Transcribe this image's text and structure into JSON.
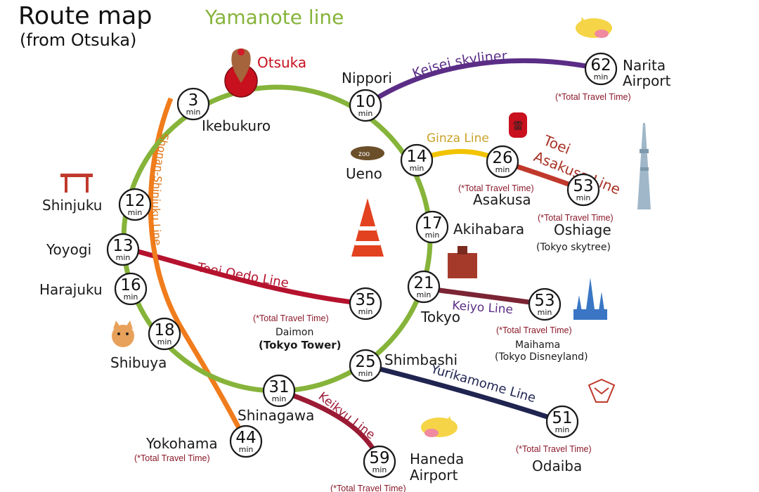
{
  "title": {
    "line1": "Route map",
    "line2": "(from Otsuka)"
  },
  "loop_label": "Yamanote line",
  "colors": {
    "yamanote": "#86b43a",
    "shonan": "#f07c1c",
    "keisei": "#5b2d86",
    "ginza": "#f2c300",
    "asakusa": "#c0392b",
    "oedo": "#b5122e",
    "keiyo": "#7a2434",
    "yurikamome": "#1f2450",
    "keikyu": "#9b1b35"
  },
  "origin": {
    "label": "Otsuka",
    "icon": "map-pin-icon"
  },
  "min_label": "min",
  "lines": {
    "shonan": "Shonan-Shinjuku Line",
    "keisei": "Keisei skyliner",
    "ginza": "Ginza Line",
    "asakusa_1": "Toei",
    "asakusa_2": "Asakusa Line",
    "oedo": "Toei Oedo Line",
    "keiyo": "Keiyo Line",
    "yurikamome": "Yurikamome Line",
    "keikyu": "Keikyu Line"
  },
  "total_travel_time": "(*Total Travel Time)",
  "stations": {
    "ikebukuro": {
      "name": "Ikebukuro",
      "min": "3"
    },
    "nippori": {
      "name": "Nippori",
      "min": "10"
    },
    "ueno": {
      "name": "Ueno",
      "min": "14"
    },
    "akihabara": {
      "name": "Akihabara",
      "min": "17"
    },
    "tokyo": {
      "name": "Tokyo",
      "min": "21"
    },
    "shimbashi": {
      "name": "Shimbashi",
      "min": "25"
    },
    "shinagawa": {
      "name": "Shinagawa",
      "min": "31"
    },
    "shibuya": {
      "name": "Shibuya",
      "min": "18"
    },
    "harajuku": {
      "name": "Harajuku",
      "min": "16"
    },
    "yoyogi": {
      "name": "Yoyogi",
      "min": "13"
    },
    "shinjuku": {
      "name": "Shinjuku",
      "min": "12"
    }
  },
  "destinations": {
    "narita": {
      "name1": "Narita",
      "name2": "Airport",
      "min": "62"
    },
    "asakusa": {
      "name": "Asakusa",
      "min": "26"
    },
    "oshiage": {
      "name1": "Oshiage",
      "name2": "(Tokyo skytree)",
      "min": "53"
    },
    "daimon": {
      "name1": "Daimon",
      "name2": "(Tokyo Tower)",
      "min": "35"
    },
    "maihama": {
      "name1": "Maihama",
      "name2": "(Tokyo Disneyland)",
      "min": "53"
    },
    "odaiba": {
      "name": "Odaiba",
      "min": "51"
    },
    "haneda": {
      "name1": "Haneda",
      "name2": "Airport",
      "min": "59"
    },
    "yokohama": {
      "name": "Yokohama",
      "min": "44"
    }
  }
}
